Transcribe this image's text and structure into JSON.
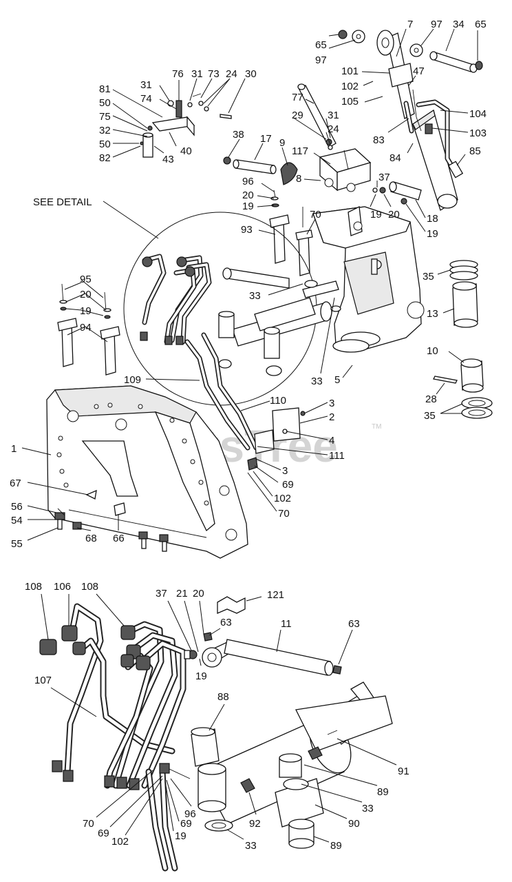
{
  "watermark": {
    "text": "PartsTree",
    "mark": "TM"
  },
  "detail_callout": "SEE DETAIL",
  "labels": {
    "l7": "7",
    "l97a": "97",
    "l34": "34",
    "l65a": "65",
    "l65b": "65",
    "l97b": "97",
    "l101": "101",
    "l47": "47",
    "l102a": "102",
    "l105": "105",
    "l104": "104",
    "l103": "103",
    "l83": "83",
    "l84": "84",
    "l85": "85",
    "l76": "76",
    "l31a": "31",
    "l73": "73",
    "l24a": "24",
    "l30": "30",
    "l31b": "31",
    "l74": "74",
    "l81": "81",
    "l50a": "50",
    "l75": "75",
    "l32": "32",
    "l50b": "50",
    "l82": "82",
    "l43": "43",
    "l40": "40",
    "l77": "77",
    "l29": "29",
    "l31c": "31",
    "l24b": "24",
    "l38": "38",
    "l17": "17",
    "l9": "9",
    "l117": "117",
    "l8": "8",
    "l96a": "96",
    "l20a": "20",
    "l19a": "19",
    "l37a": "37",
    "l19b": "19",
    "l20b": "20",
    "l18": "18",
    "l19c": "19",
    "l70a": "70",
    "l93": "93",
    "l35a": "35",
    "l13": "13",
    "l95": "95",
    "l20c": "20",
    "l19d": "19",
    "l94": "94",
    "l33a": "33",
    "l33b": "33",
    "l5": "5",
    "l10": "10",
    "l28": "28",
    "l35b": "35",
    "l109": "109",
    "l110": "110",
    "l3a": "3",
    "l2": "2",
    "l4": "4",
    "l111": "111",
    "l3b": "3",
    "l69a": "69",
    "l102b": "102",
    "l70b": "70",
    "l1": "1",
    "l67": "67",
    "l56": "56",
    "l54": "54",
    "l55": "55",
    "l68": "68",
    "l66": "66",
    "l108a": "108",
    "l106": "106",
    "l108b": "108",
    "l37b": "37",
    "l21": "21",
    "l20d": "20",
    "l121": "121",
    "l63a": "63",
    "l11": "11",
    "l63b": "63",
    "l107": "107",
    "l19e": "19",
    "l88": "88",
    "l91": "91",
    "l89a": "89",
    "l33c": "33",
    "l90": "90",
    "l92": "92",
    "l89b": "89",
    "l33d": "33",
    "l96b": "96",
    "l70c": "70",
    "l69b": "69",
    "l69c": "69",
    "l102c": "102",
    "l19f": "19"
  }
}
